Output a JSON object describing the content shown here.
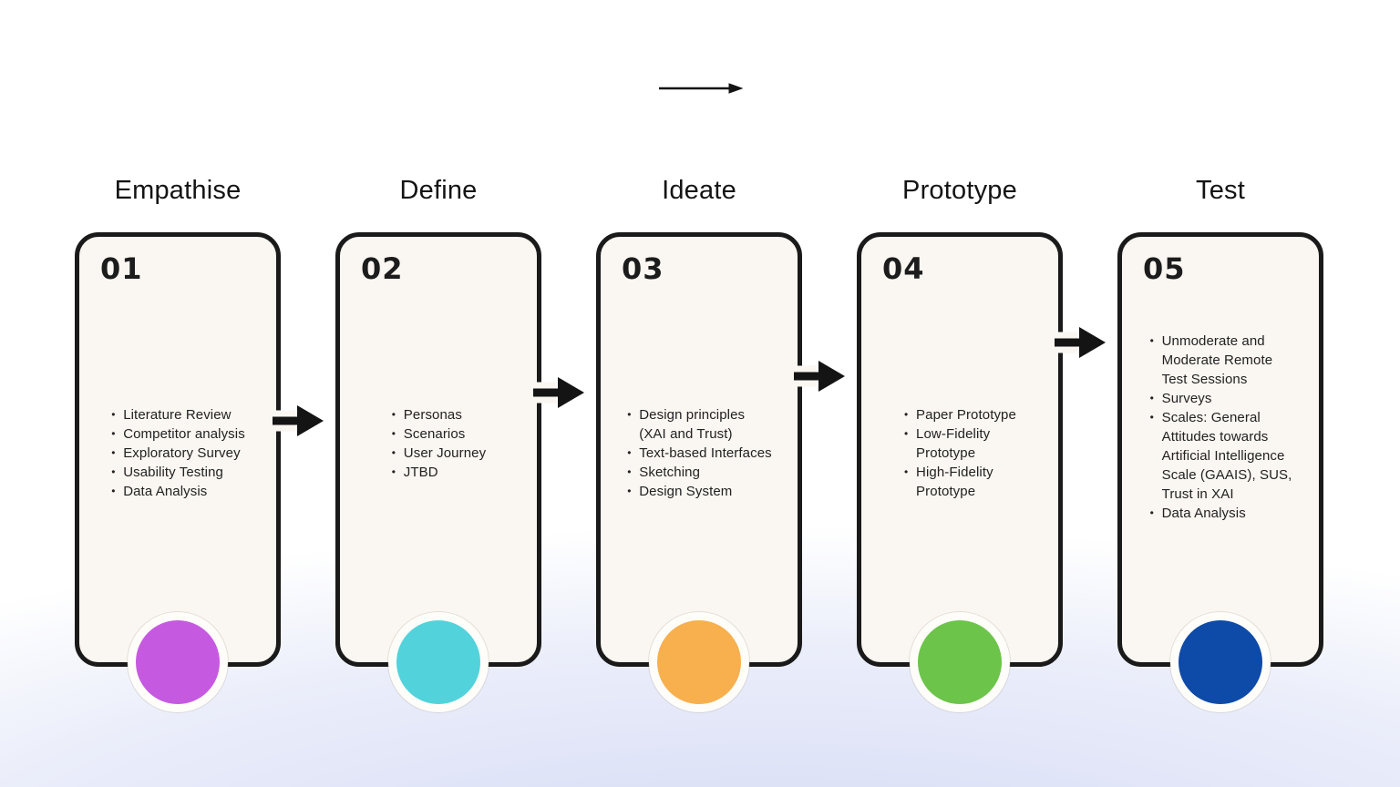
{
  "diagram": {
    "title_hint": "Design process flow",
    "colors": {
      "card_background": "#faf6f1",
      "card_border": "#1a1a1a",
      "arrow": "#141414",
      "background_tint": "#dfe3f7"
    },
    "stages": [
      {
        "title": "Empathise",
        "number": "01",
        "items": [
          "Literature Review",
          "Competitor analysis",
          "Exploratory Survey",
          "Usability Testing",
          "Data Analysis"
        ],
        "circle_color": "#c55ae0"
      },
      {
        "title": "Define",
        "number": "02",
        "items": [
          "Personas",
          "Scenarios",
          "User Journey",
          "JTBD"
        ],
        "circle_color": "#52d3db"
      },
      {
        "title": "Ideate",
        "number": "03",
        "items": [
          "Design principles\n(XAI and Trust)",
          "Text-based Interfaces",
          "Sketching",
          "Design System"
        ],
        "circle_color": "#f7b04d"
      },
      {
        "title": "Prototype",
        "number": "04",
        "items": [
          "Paper Prototype",
          "Low-Fidelity\nPrototype",
          "High-Fidelity\nPrototype"
        ],
        "circle_color": "#6cc44a"
      },
      {
        "title": "Test",
        "number": "05",
        "items": [
          "Unmoderate and\nModerate Remote\nTest Sessions",
          "Surveys",
          "Scales: General\nAttitudes towards\nArtificial Intelligence\nScale (GAAIS), SUS,\nTrust in XAI",
          "Data Analysis"
        ],
        "circle_color": "#0e4aa8"
      }
    ]
  }
}
